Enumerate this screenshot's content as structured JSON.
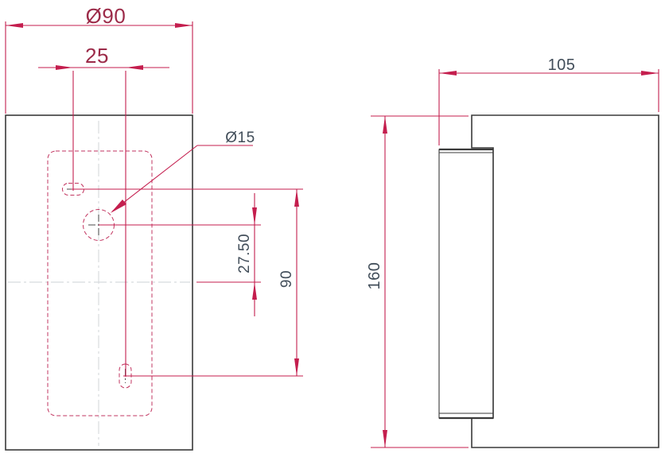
{
  "drawing": {
    "type": "technical-2d-drawing",
    "views": {
      "front_view": {
        "name": "front-view",
        "dimensions": {
          "outer_diameter": "Ø90",
          "slot_spacing": "25",
          "hole_diameter": "Ø15",
          "hole_offset_from_center": "27.50",
          "slot_span": "90"
        }
      },
      "side_view": {
        "name": "side-view",
        "dimensions": {
          "depth": "105",
          "height": "160"
        }
      }
    },
    "colors": {
      "outline": "#3a3a3a",
      "dimension_line": "#c41e4e",
      "hidden_feature": "#c23560",
      "centerline": "#d8dbde",
      "dim_text_primary": "#9c2b49",
      "dim_text_secondary": "#414d59",
      "background": "#ffffff"
    }
  }
}
